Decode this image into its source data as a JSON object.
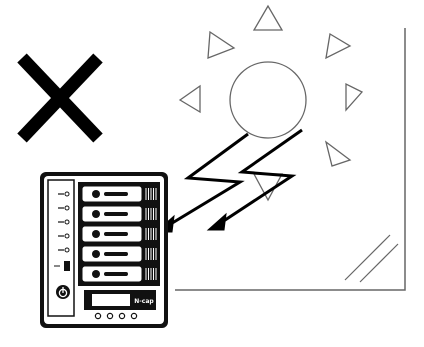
{
  "diagram": {
    "caption": "",
    "warning_mark": "x-mark-icon",
    "sun_icon": "sun-icon",
    "window_icon": "window-icon",
    "heat_arrows": [
      "zigzag-arrow-icon",
      "zigzag-arrow-icon"
    ],
    "device": {
      "brand_label": "N-cap",
      "drive_bays": 5,
      "status_leds": 5,
      "front_buttons": 4,
      "power_icon": "power-icon"
    },
    "colors": {
      "stroke": "#555555",
      "ink": "#000000",
      "device_black": "#111111"
    }
  }
}
